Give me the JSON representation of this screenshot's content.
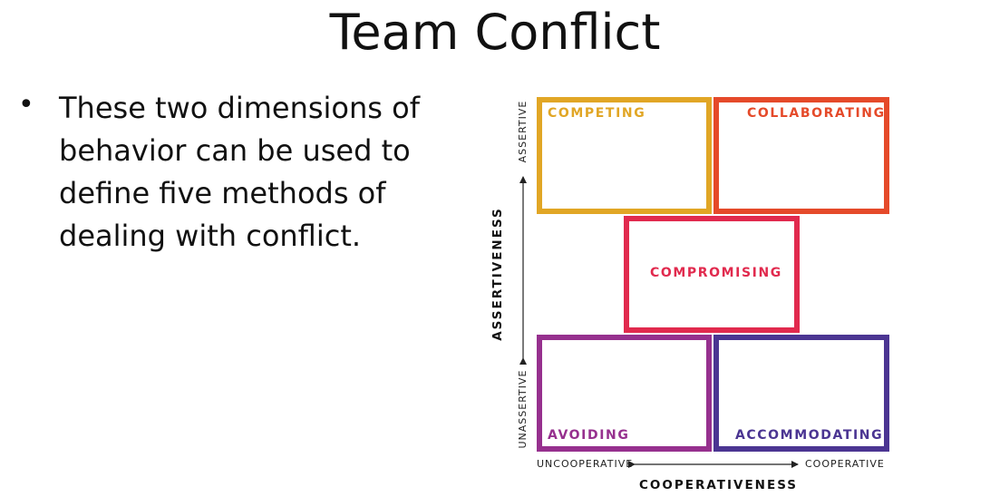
{
  "slide": {
    "title": "Team Conflict",
    "bullet_text": "These two dimensions of behavior can be used to define five methods of dealing with conflict."
  },
  "diagram": {
    "modes": {
      "competing": {
        "label": "COMPETING",
        "color": "#E1A625"
      },
      "collaborating": {
        "label": "COLLABORATING",
        "color": "#E54A2A"
      },
      "compromising": {
        "label": "COMPROMISING",
        "color": "#E12A4E"
      },
      "avoiding": {
        "label": "AVOIDING",
        "color": "#96308E"
      },
      "accommodating": {
        "label": "ACCOMMODATING",
        "color": "#4B3592"
      }
    },
    "y_axis": {
      "title": "ASSERTIVENESS",
      "high": "ASSERTIVE",
      "low": "UNASSERTIVE"
    },
    "x_axis": {
      "title": "COOPERATIVENESS",
      "low": "UNCOOPERATIVE",
      "high": "COOPERATIVE"
    }
  }
}
